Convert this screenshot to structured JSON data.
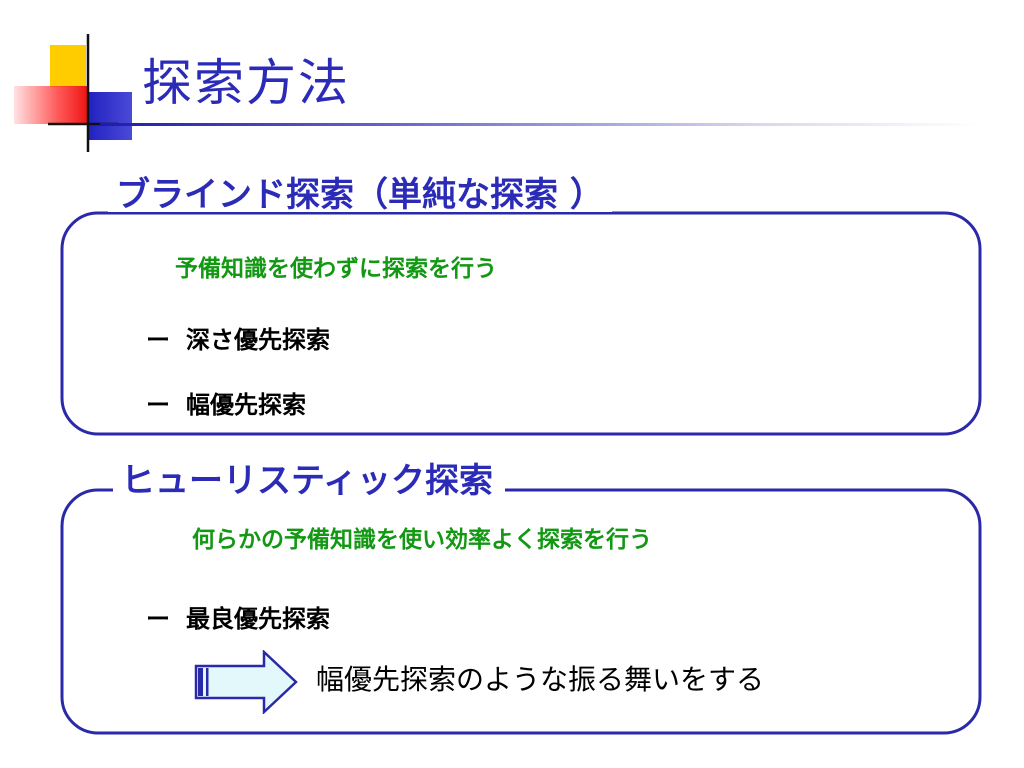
{
  "slide": {
    "title": "探索方法"
  },
  "sections": [
    {
      "title": "ブラインド探索（単純な探索 ）",
      "description": "予備知識を使わずに探索を行う",
      "items": [
        {
          "bullet": "ー",
          "text": "深さ優先探索"
        },
        {
          "bullet": "ー",
          "text": "幅優先探索"
        }
      ]
    },
    {
      "title": "ヒューリスティック探索",
      "description": "何らかの予備知識を使い効率よく探索を行う",
      "items": [
        {
          "bullet": "ー",
          "text": "最良優先探索"
        }
      ],
      "note": "幅優先探索のような振る舞いをする"
    }
  ],
  "colors": {
    "title_blue": "#2b2bb8",
    "frame_blue": "#2a2aa8",
    "description_green": "#129812",
    "arrow_fill": "#e2f8fb"
  },
  "icons": {
    "logo": "decorative-squares-logo",
    "arrow": "right-arrow-icon"
  }
}
